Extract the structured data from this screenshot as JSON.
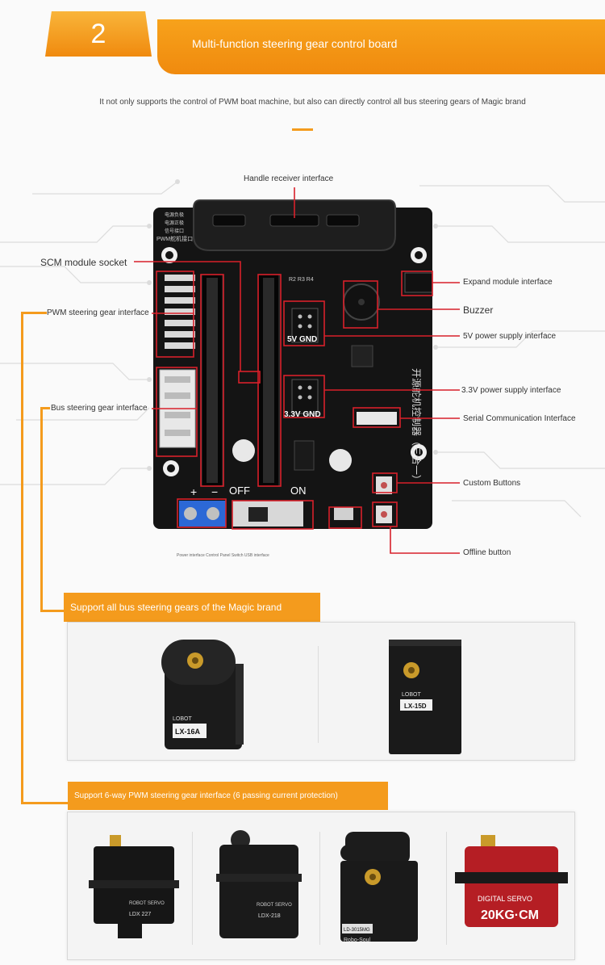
{
  "header": {
    "number": "2",
    "title": "Multi-function steering gear control board"
  },
  "subtitle": "It not only supports the control of PWM boat machine, but also can directly control all bus steering gears of Magic brand",
  "callouts": {
    "handle_receiver": "Handle receiver interface",
    "scm_module": "SCM module socket",
    "pwm_gear": "PWM steering gear interface",
    "bus_gear": "Bus steering gear interface",
    "expand_module": "Expand module interface",
    "buzzer": "Buzzer",
    "power_5v": "5V power supply interface",
    "power_33v": "3.3V power supply interface",
    "serial": "Serial Communication Interface",
    "custom_buttons": "Custom Buttons",
    "offline_button": "Offline button",
    "bottom_labels": "Power interface Control Panel Switch USB interface"
  },
  "board": {
    "label_5v": "5V GND",
    "label_33v": "3.3V GND",
    "label_r": "R2 R3 R4",
    "label_off": "OFF",
    "label_on": "ON",
    "label_plus": "+",
    "label_minus": "−",
    "label_pwm": "PWM舵机接口",
    "label_side": "开源舵机控制器（三合一）"
  },
  "sections": {
    "bus": {
      "title": "Support all bus steering gears of the Magic brand",
      "servos": [
        {
          "brand": "LOBOT",
          "model": "LX-16A"
        },
        {
          "brand": "LOBOT",
          "model": "LX-15D"
        }
      ]
    },
    "pwm": {
      "title": "Support 6-way PWM steering gear interface (6 passing current protection)",
      "servos": [
        {
          "brand": "ROBOT SERVO",
          "model": "LDX 227"
        },
        {
          "brand": "ROBOT SERVO",
          "model": "LDX-218"
        },
        {
          "brand": "Robo-Soul",
          "model": "LD-3015MG"
        },
        {
          "brand": "DIGITAL SERVO",
          "model": "20KG·CM"
        }
      ]
    }
  },
  "colors": {
    "accent": "#f49b1d",
    "callout_red": "#d8202a",
    "board": "#141414"
  }
}
